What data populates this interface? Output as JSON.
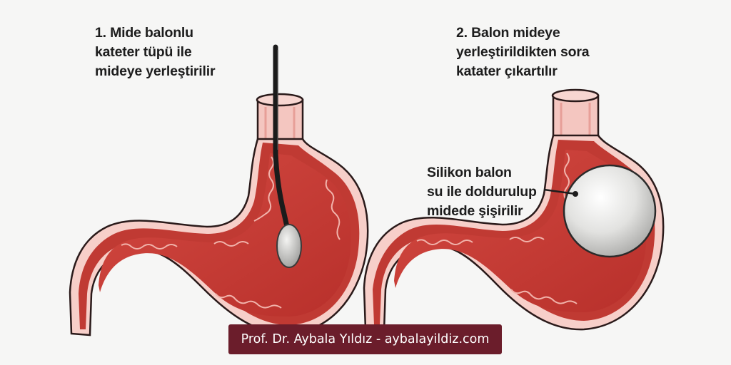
{
  "step1": {
    "caption": "1. Mide balonlu\nkateter tüpü ile\nmideye yerleştirilir"
  },
  "step2": {
    "caption": "2. Balon mideye\nyerleştirildikten sora\nkatater çıkartılır"
  },
  "balloon_label": "Silikon balon\nsu ile doldurulup\nmidede şişirilir",
  "credit": "Prof. Dr. Aybala Yıldız - aybalayildiz.com",
  "colors": {
    "background": "#f6f6f5",
    "stomach_outer": "#c03a33",
    "stomach_inner": "#d2473f",
    "stomach_wall": "#f7cfc9",
    "mucosa_fold": "#9c2a26",
    "balloon": "#e4e4e2",
    "catheter": "#1b1b1b",
    "credit_bg": "#6b1d2b",
    "text": "#1d1d1d"
  }
}
